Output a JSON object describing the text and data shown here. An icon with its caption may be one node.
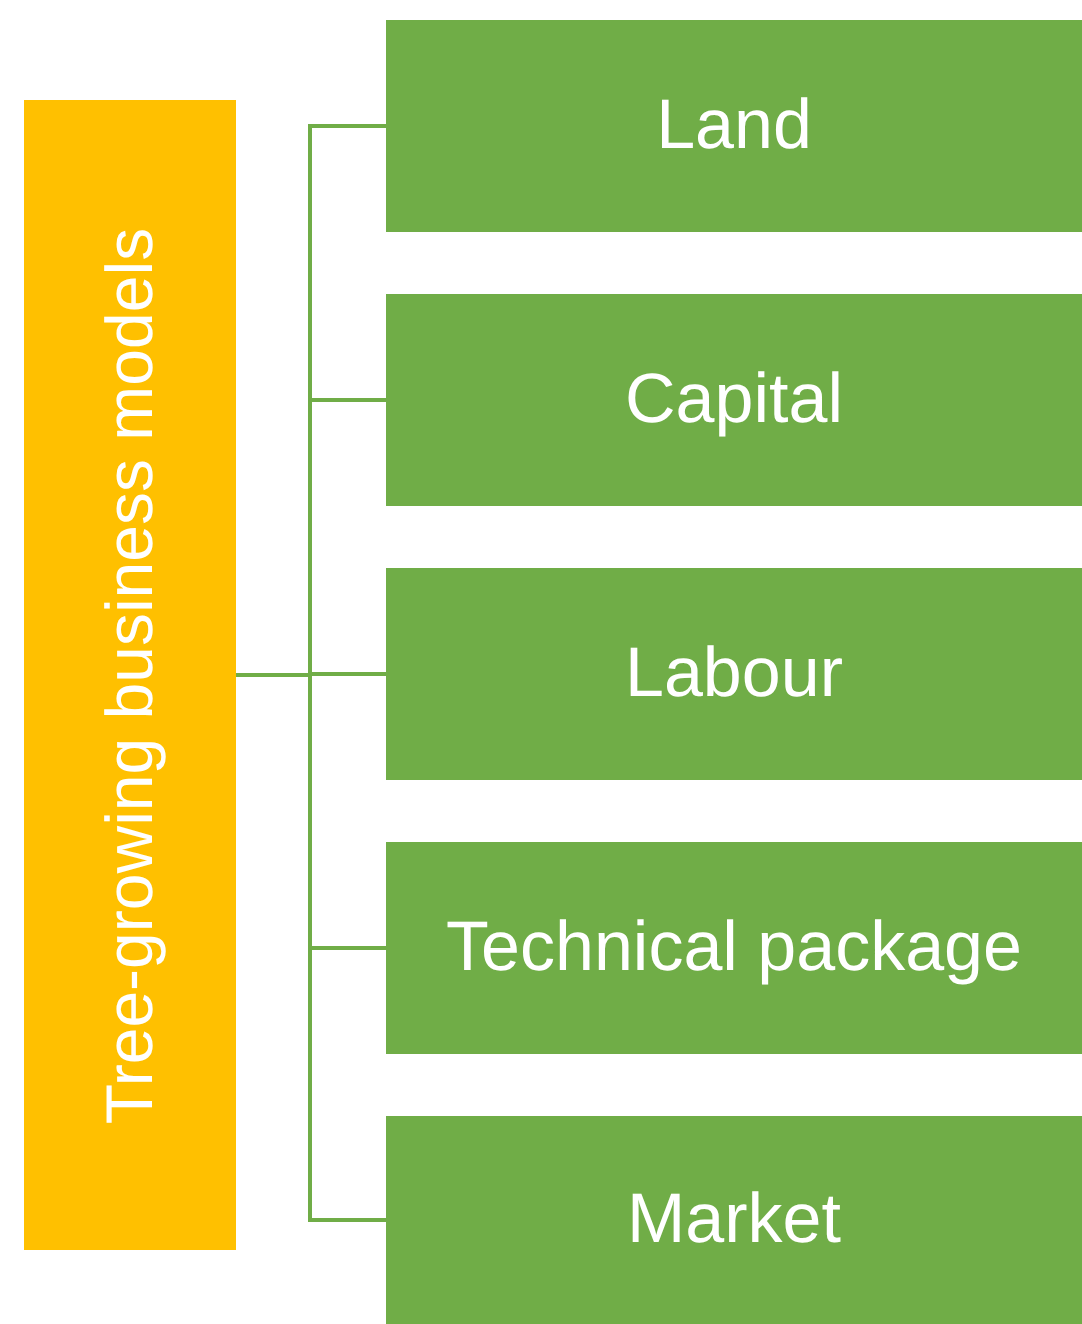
{
  "diagram": {
    "nodes": [
      {
        "text": [
          "Tree-growing business models"
        ]
      },
      {
        "text": [
          "Land"
        ]
      },
      {
        "text": [
          "Capital"
        ]
      },
      {
        "text": [
          "Labour"
        ]
      },
      {
        "text": [
          "Technical package"
        ]
      },
      {
        "text": [
          "Market"
        ]
      }
    ],
    "edges": [
      {
        "from": 0,
        "to": 1,
        "arrow": "none"
      },
      {
        "from": 0,
        "to": 2,
        "arrow": "none"
      },
      {
        "from": 0,
        "to": 3,
        "arrow": "none"
      },
      {
        "from": 0,
        "to": 4,
        "arrow": "none"
      },
      {
        "from": 0,
        "to": 5,
        "arrow": "none"
      }
    ]
  }
}
